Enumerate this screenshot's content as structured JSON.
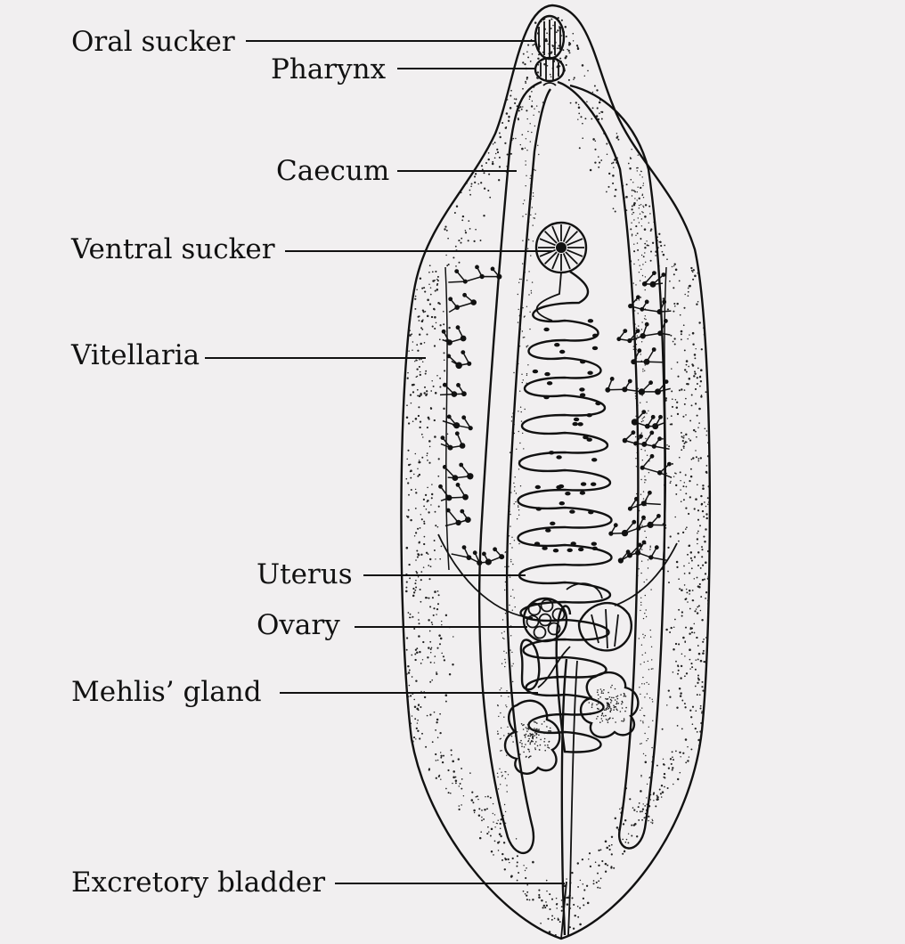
{
  "labels": {
    "oral_sucker": "Oral sucker",
    "pharynx": "Pharynx",
    "caecum": "Caecum",
    "ventral_sucker": "Ventral sucker",
    "vitellaria": "Vitellaria",
    "uterus": "Uterus",
    "ovary": "Ovary",
    "mehlis_gland": "Mehlis’ gland",
    "excretory_bladder": "Excretory bladder"
  },
  "colors": {
    "background": "#f1eff0",
    "ink": "#111111"
  }
}
